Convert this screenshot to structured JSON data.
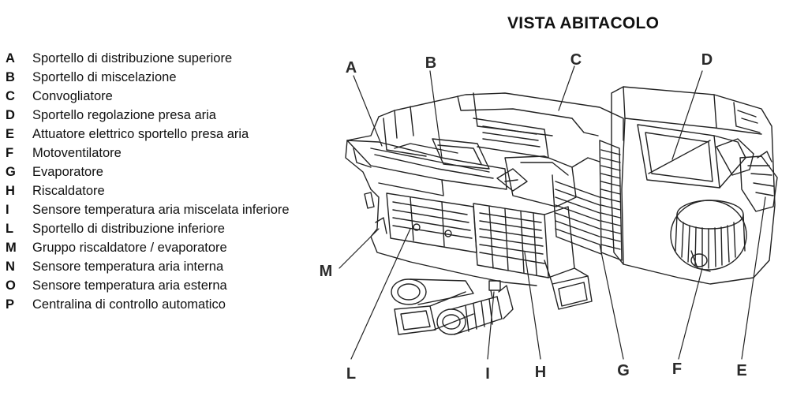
{
  "title": "VISTA ABITACOLO",
  "legend": [
    {
      "key": "A",
      "text": "Sportello di distribuzione superiore"
    },
    {
      "key": "B",
      "text": "Sportello di miscelazione"
    },
    {
      "key": "C",
      "text": "Convogliatore"
    },
    {
      "key": "D",
      "text": "Sportello regolazione presa aria"
    },
    {
      "key": "E",
      "text": "Attuatore elettrico sportello presa aria"
    },
    {
      "key": "F",
      "text": "Motoventilatore"
    },
    {
      "key": "G",
      "text": "Evaporatore"
    },
    {
      "key": "H",
      "text": "Riscaldatore"
    },
    {
      "key": "I",
      "text": "Sensore temperatura aria miscelata inferiore"
    },
    {
      "key": "L",
      "text": "Sportello di distribuzione inferiore"
    },
    {
      "key": "M",
      "text": "Gruppo riscaldatore / evaporatore"
    },
    {
      "key": "N",
      "text": "Sensore temperatura aria interna"
    },
    {
      "key": "O",
      "text": "Sensore temperatura aria esterna"
    },
    {
      "key": "P",
      "text": "Centralina di controllo automatico"
    }
  ],
  "callouts": {
    "A": "A",
    "B": "B",
    "C": "C",
    "D": "D",
    "E": "E",
    "F": "F",
    "G": "G",
    "H": "H",
    "I": "I",
    "L": "L",
    "M": "M"
  },
  "colors": {
    "line": "#222222",
    "text": "#111111",
    "background": "#ffffff"
  }
}
